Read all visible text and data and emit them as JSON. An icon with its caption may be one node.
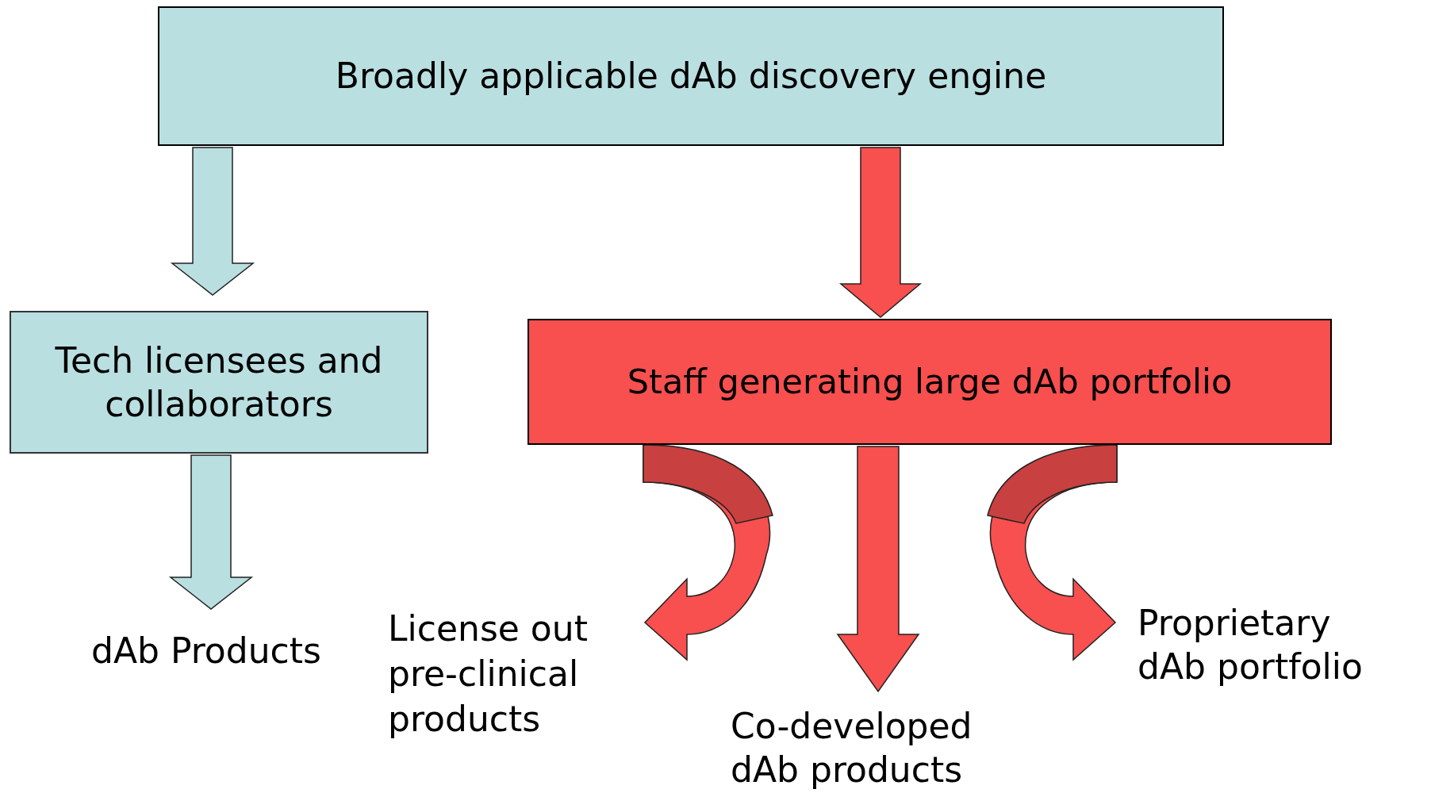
{
  "diagram": {
    "nodes": [
      {
        "text": [
          "Broadly applicable dAb discovery engine"
        ]
      },
      {
        "text": [
          "Tech licensees and collaborators"
        ]
      },
      {
        "text": [
          "Staff generating large dAb portfolio"
        ]
      },
      {
        "text": [
          "dAb Products"
        ]
      },
      {
        "text": [
          "License out pre-clinical products"
        ]
      },
      {
        "text": [
          "Co-developed dAb products"
        ]
      },
      {
        "text": [
          "Proprietary dAb portfolio"
        ]
      }
    ],
    "edges": [
      {
        "from": 0,
        "to": 1,
        "arrow": "to",
        "color": "#b9dfe1"
      },
      {
        "from": 0,
        "to": 2,
        "arrow": "to"
      },
      {
        "from": 1,
        "to": 3,
        "arrow": "to",
        "color": "#b9dfe1"
      },
      {
        "from": 2,
        "to": 4,
        "arrow": "to"
      },
      {
        "from": 2,
        "to": 5,
        "arrow": "to"
      },
      {
        "from": 2,
        "to": 6,
        "arrow": "to"
      }
    ]
  }
}
